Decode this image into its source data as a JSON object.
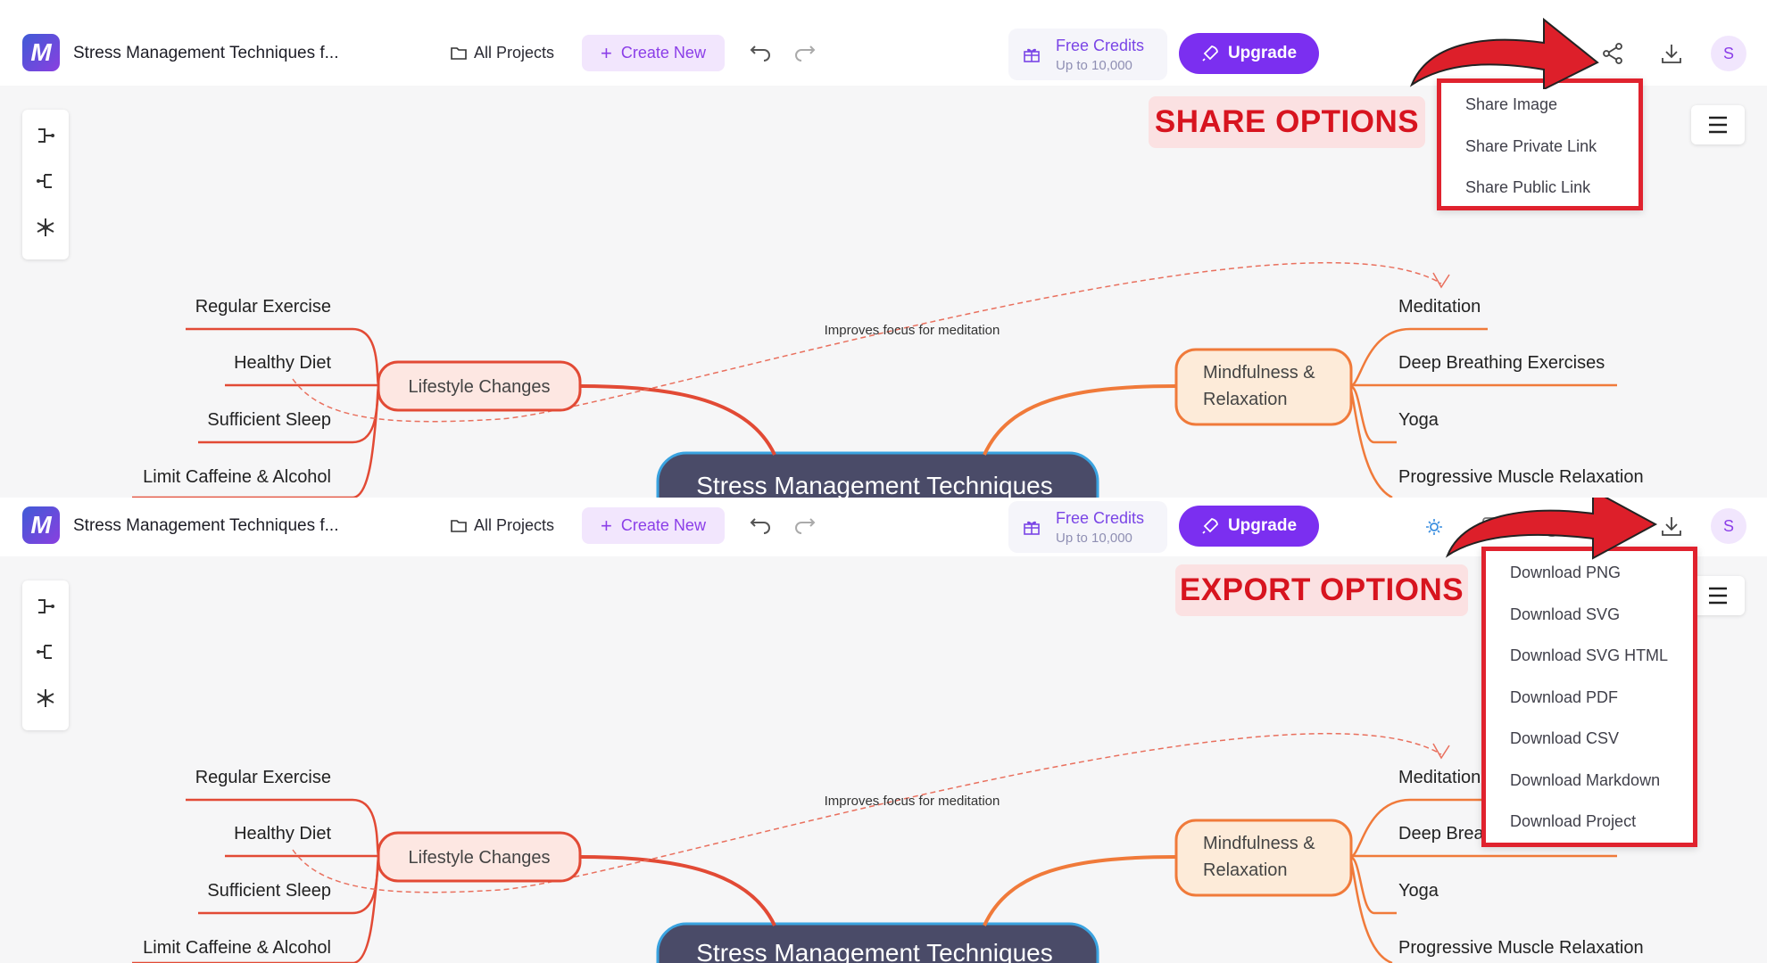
{
  "app": {
    "logo_letter": "M",
    "doc_title": "Stress Management Techniques f...",
    "all_projects": "All Projects",
    "create_new": "Create New",
    "credits_title": "Free Credits",
    "credits_sub": "Up to 10,000",
    "upgrade": "Upgrade",
    "avatar": "S"
  },
  "mindmap": {
    "central": "Stress Management Techniques",
    "lifestyle": "Lifestyle Changes",
    "mindfulness_1": "Mindfulness &",
    "mindfulness_2": "Relaxation",
    "left_leaves": [
      "Regular Exercise",
      "Healthy Diet",
      "Sufficient Sleep",
      "Limit Caffeine & Alcohol"
    ],
    "right_leaves": [
      "Meditation",
      "Deep Breathing Exercises",
      "Yoga",
      "Progressive Muscle Relaxation"
    ],
    "connection_label": "Improves focus for meditation"
  },
  "share_menu": {
    "callout": "SHARE OPTIONS",
    "items": [
      "Share Image",
      "Share Private Link",
      "Share Public Link"
    ]
  },
  "export_menu": {
    "callout": "EXPORT OPTIONS",
    "items": [
      "Download PNG",
      "Download SVG",
      "Download SVG HTML",
      "Download PDF",
      "Download CSV",
      "Download Markdown",
      "Download Project"
    ]
  },
  "colors": {
    "accent_purple": "#7b2ff0",
    "highlight_red": "#e0222e",
    "central_node": "#4a4b68",
    "lifestyle_branch": "#e24a35",
    "mindfulness_branch": "#f07a3a"
  }
}
